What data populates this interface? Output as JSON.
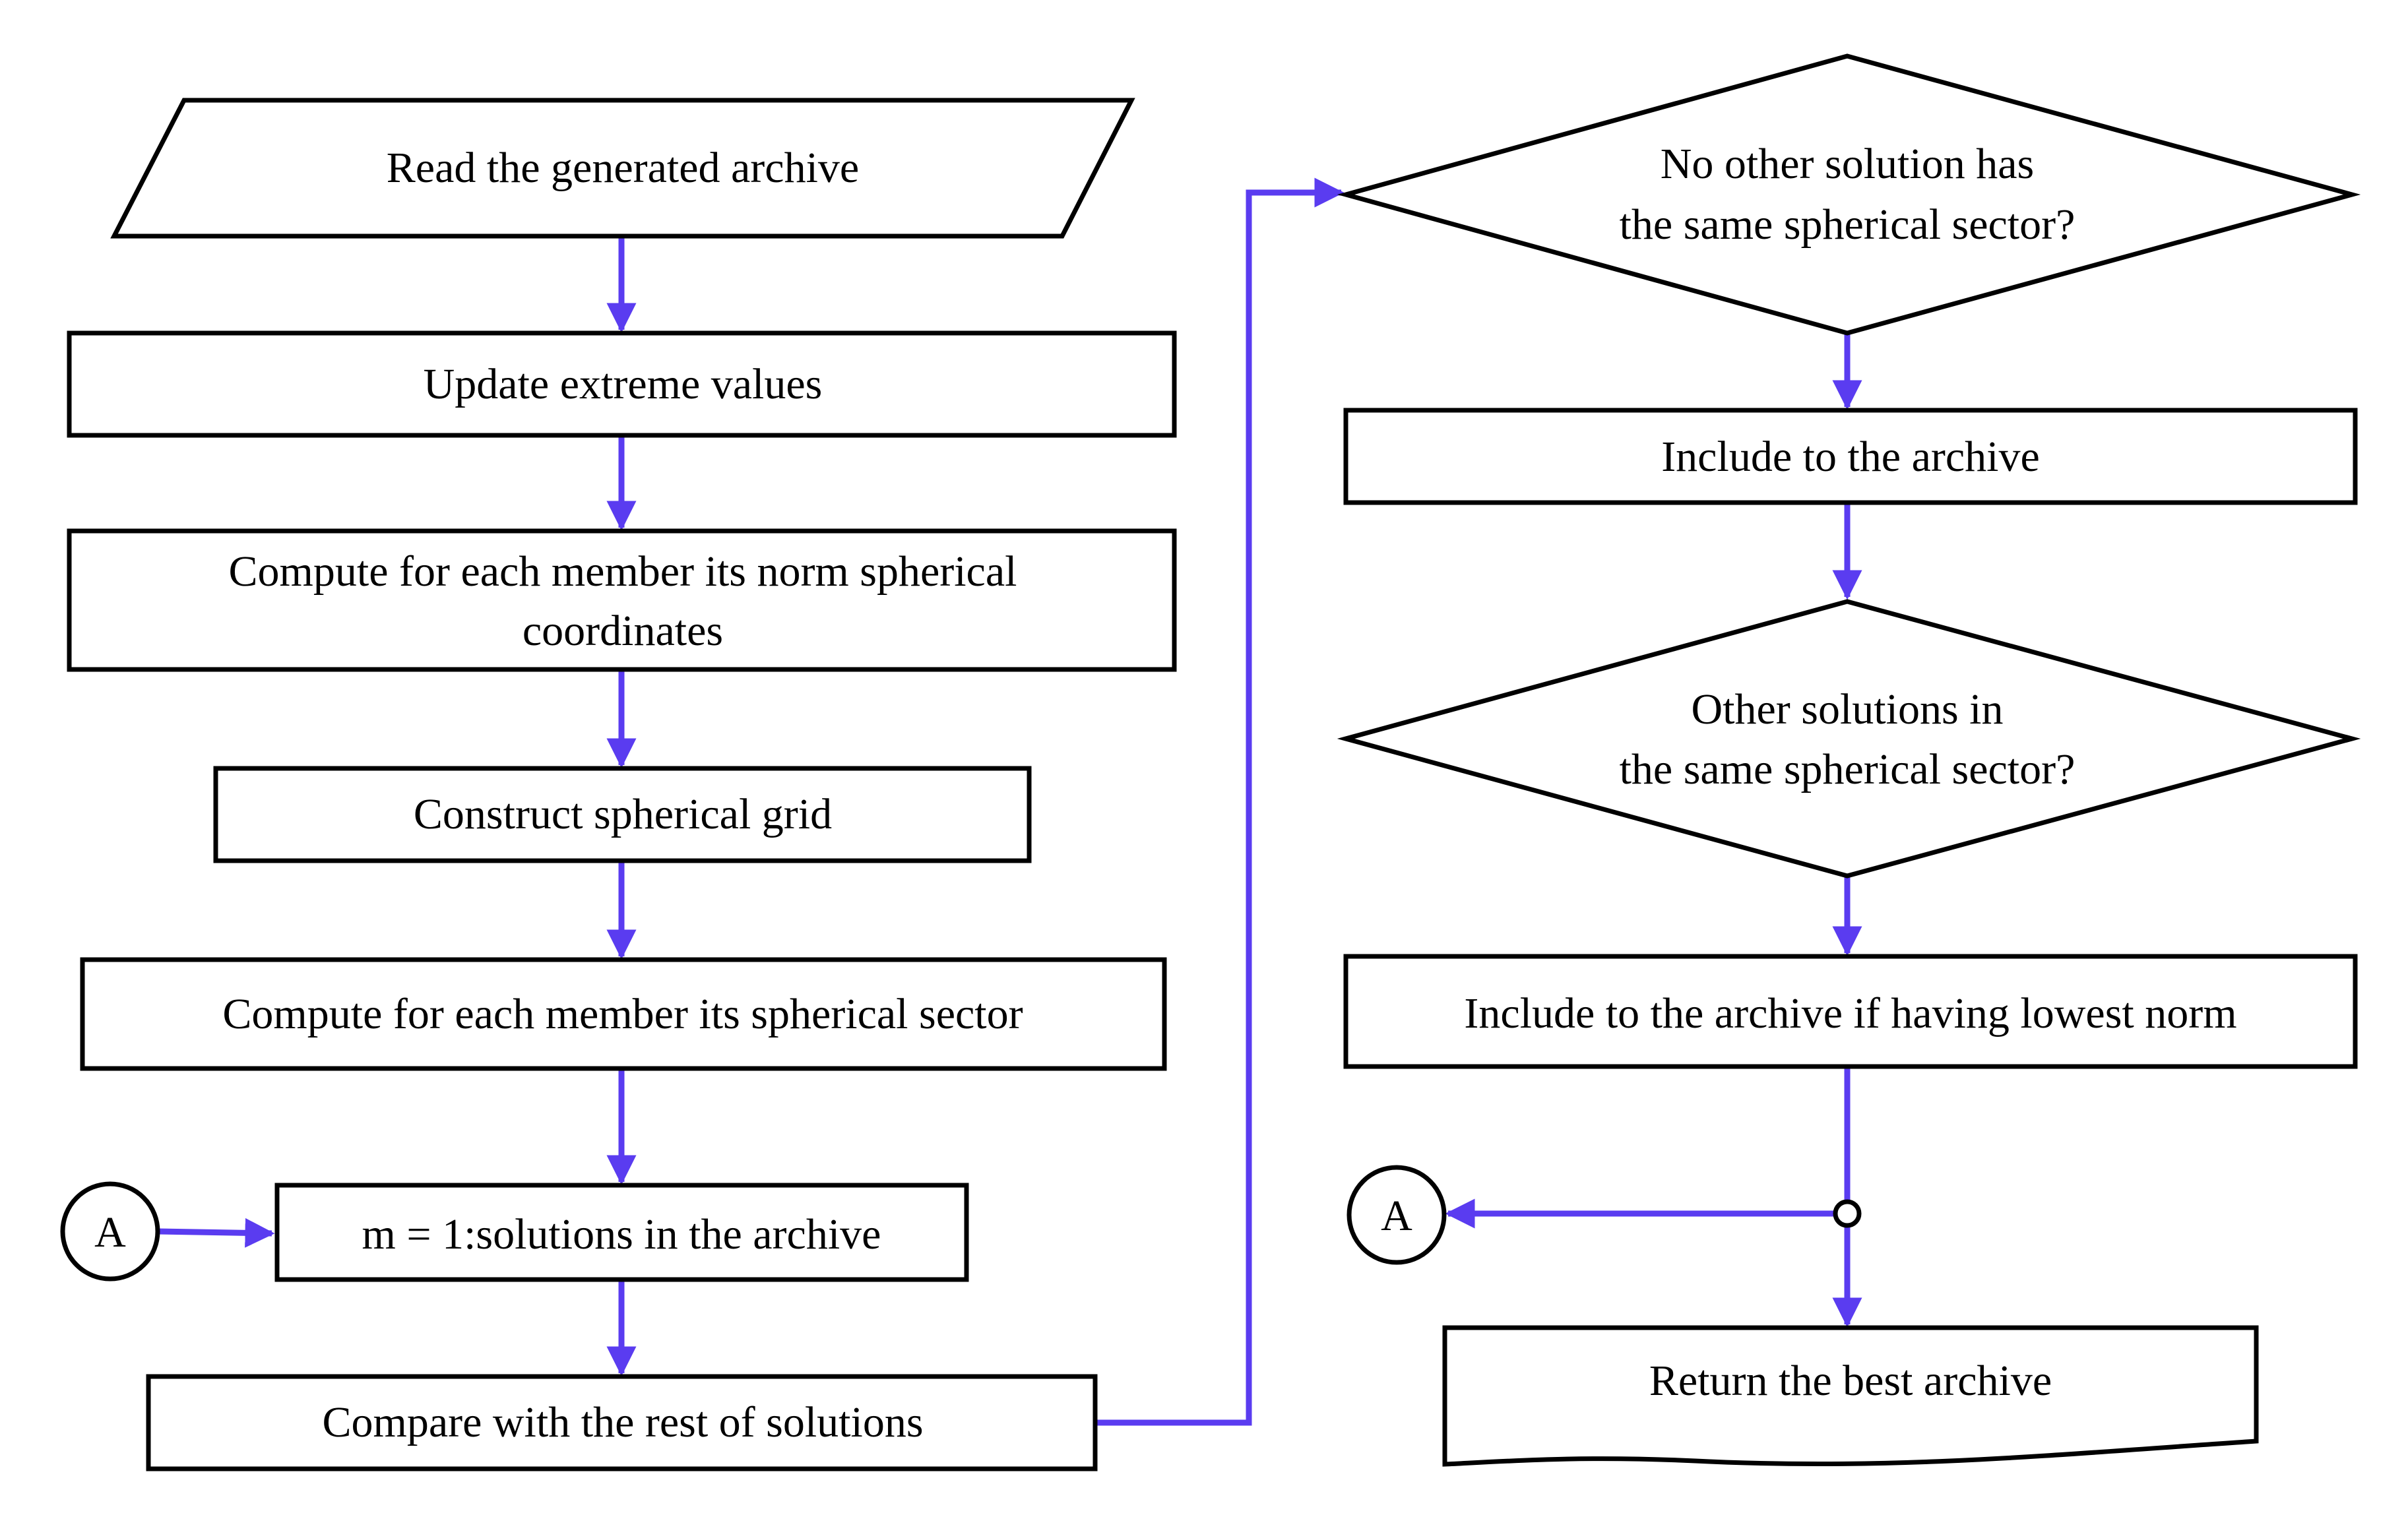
{
  "colors": {
    "arrow": "#5a3cf0",
    "outline": "#000000",
    "fill": "#ffffff"
  },
  "nodes": {
    "read_archive": "Read the generated archive",
    "update_extremes": "Update extreme values",
    "compute_coords_line1": "Compute for each member its norm spherical",
    "compute_coords_line2": "coordinates",
    "construct_grid": "Construct spherical grid",
    "compute_sector": "Compute for each member its spherical sector",
    "loop": "m = 1:solutions in the archive",
    "compare": "Compare with the rest of solutions",
    "decision1_line1": "No other solution has",
    "decision1_line2": "the same spherical sector?",
    "include": "Include to the archive",
    "decision2_line1": "Other solutions in",
    "decision2_line2": "the same spherical sector?",
    "include_lowest": "Include to the archive if having lowest norm",
    "return_best": "Return the best archive",
    "connector_left": "A",
    "connector_right": "A"
  }
}
